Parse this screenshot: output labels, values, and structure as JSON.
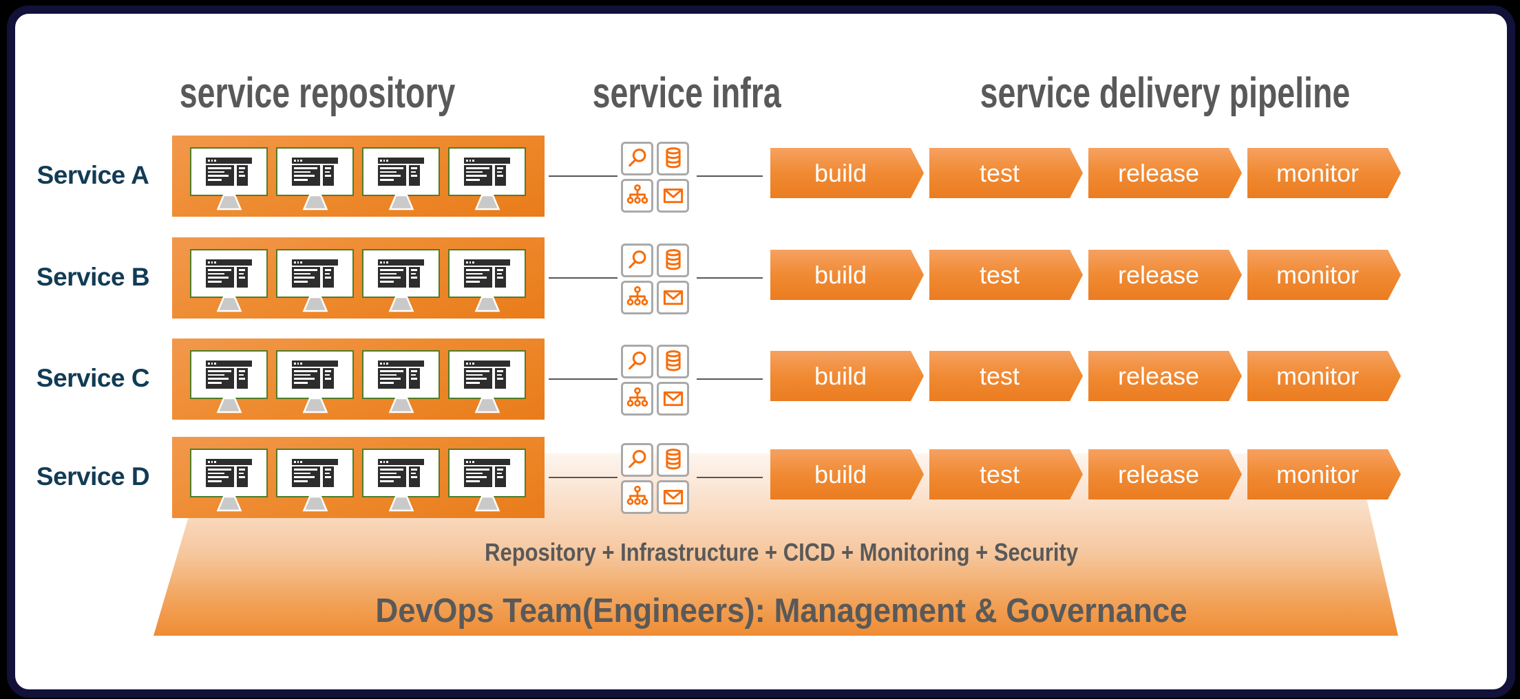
{
  "columns": {
    "repository": "service repository",
    "infra": "service infra",
    "pipeline": "service delivery pipeline"
  },
  "services": [
    {
      "label": "Service A"
    },
    {
      "label": "Service B"
    },
    {
      "label": "Service C"
    },
    {
      "label": "Service D"
    }
  ],
  "pipeline_stages": [
    {
      "label": "build"
    },
    {
      "label": "test"
    },
    {
      "label": "release"
    },
    {
      "label": "monitor"
    }
  ],
  "repository": {
    "monitors_per_service": 4
  },
  "infra_icons": [
    {
      "name": "search-icon"
    },
    {
      "name": "database-icon"
    },
    {
      "name": "sitemap-icon"
    },
    {
      "name": "mail-icon"
    }
  ],
  "footer": {
    "line1": "Repository + Infrastructure + CICD + Monitoring + Security",
    "line2": "DevOps Team(Engineers): Management & Governance"
  },
  "colors": {
    "accent_orange": "#ED7D23",
    "icon_orange": "#F76D0B",
    "header_gray": "#595959",
    "service_label_navy": "#123B55",
    "monitor_border_green": "#4D7D2A",
    "card_border_navy": "#11113A",
    "tile_border_gray": "#A9A9A9"
  }
}
